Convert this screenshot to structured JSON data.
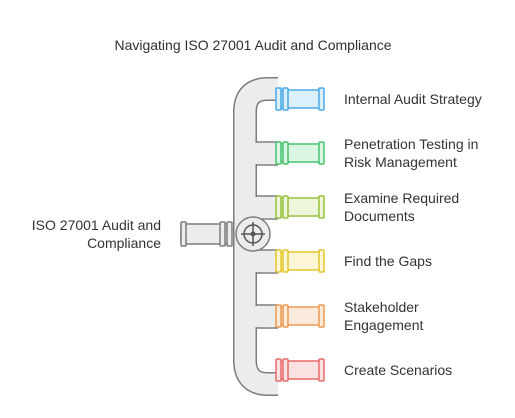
{
  "title": "Navigating ISO 27001 Audit and Compliance",
  "source": {
    "line1": "ISO 27001 Audit and",
    "line2": "Compliance"
  },
  "branches": [
    {
      "line1": "Internal Audit Strategy",
      "line2": "",
      "color": "#4aa8e8",
      "fill": "#dcf0fc"
    },
    {
      "line1": "Penetration Testing in",
      "line2": "Risk Management",
      "color": "#47c46f",
      "fill": "#dcf6e4"
    },
    {
      "line1": "Examine Required",
      "line2": "Documents",
      "color": "#95c23c",
      "fill": "#eef6dc"
    },
    {
      "line1": "Find the Gaps",
      "line2": "",
      "color": "#e3c52a",
      "fill": "#fcf6d6"
    },
    {
      "line1": "Stakeholder",
      "line2": "Engagement",
      "color": "#eb9a4f",
      "fill": "#fcebdc"
    },
    {
      "line1": "Create Scenarios",
      "line2": "",
      "color": "#e86a6a",
      "fill": "#fbe1e1"
    }
  ]
}
